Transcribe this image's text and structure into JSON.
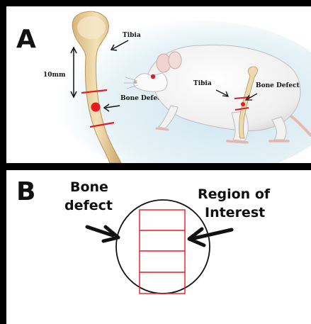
{
  "panel_a": {
    "letter": "A",
    "tibia_label_left": "Tibia",
    "length_label": "10mm",
    "bone_defect_left": "Bone Defect",
    "tibia_label_right": "Tibia",
    "bone_defect_right": "Bone Defect"
  },
  "panel_b": {
    "letter": "B",
    "bone_defect_line1": "Bone",
    "bone_defect_line2": "defect",
    "roi_line1": "Region of",
    "roi_line2": "Interest"
  },
  "colors": {
    "defect_red": "#e31b23",
    "panel_border": "#000000",
    "background_blue": "#cfe6ef",
    "bone": "#e9d3a4"
  }
}
